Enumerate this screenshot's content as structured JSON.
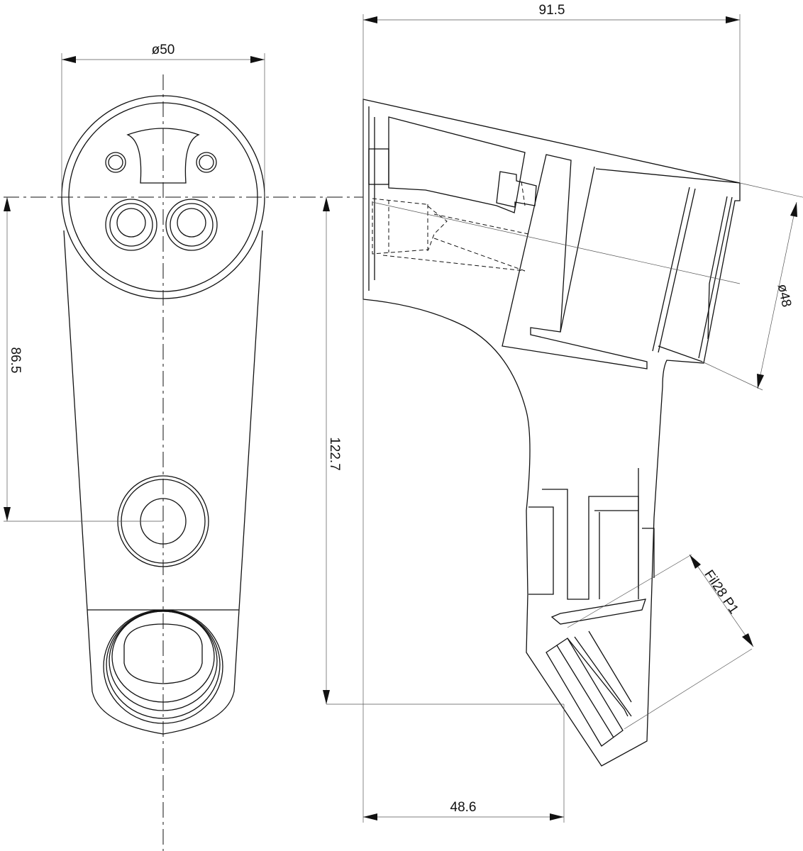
{
  "dimensions": {
    "width_overall": "91.5",
    "diameter_head": "ø50",
    "diameter_fitting": "ø48",
    "height_center_to_hole": "86.5",
    "height_overall": "122.7",
    "offset_bottom": "48.6",
    "thread_callout": "Fil28  P1"
  }
}
